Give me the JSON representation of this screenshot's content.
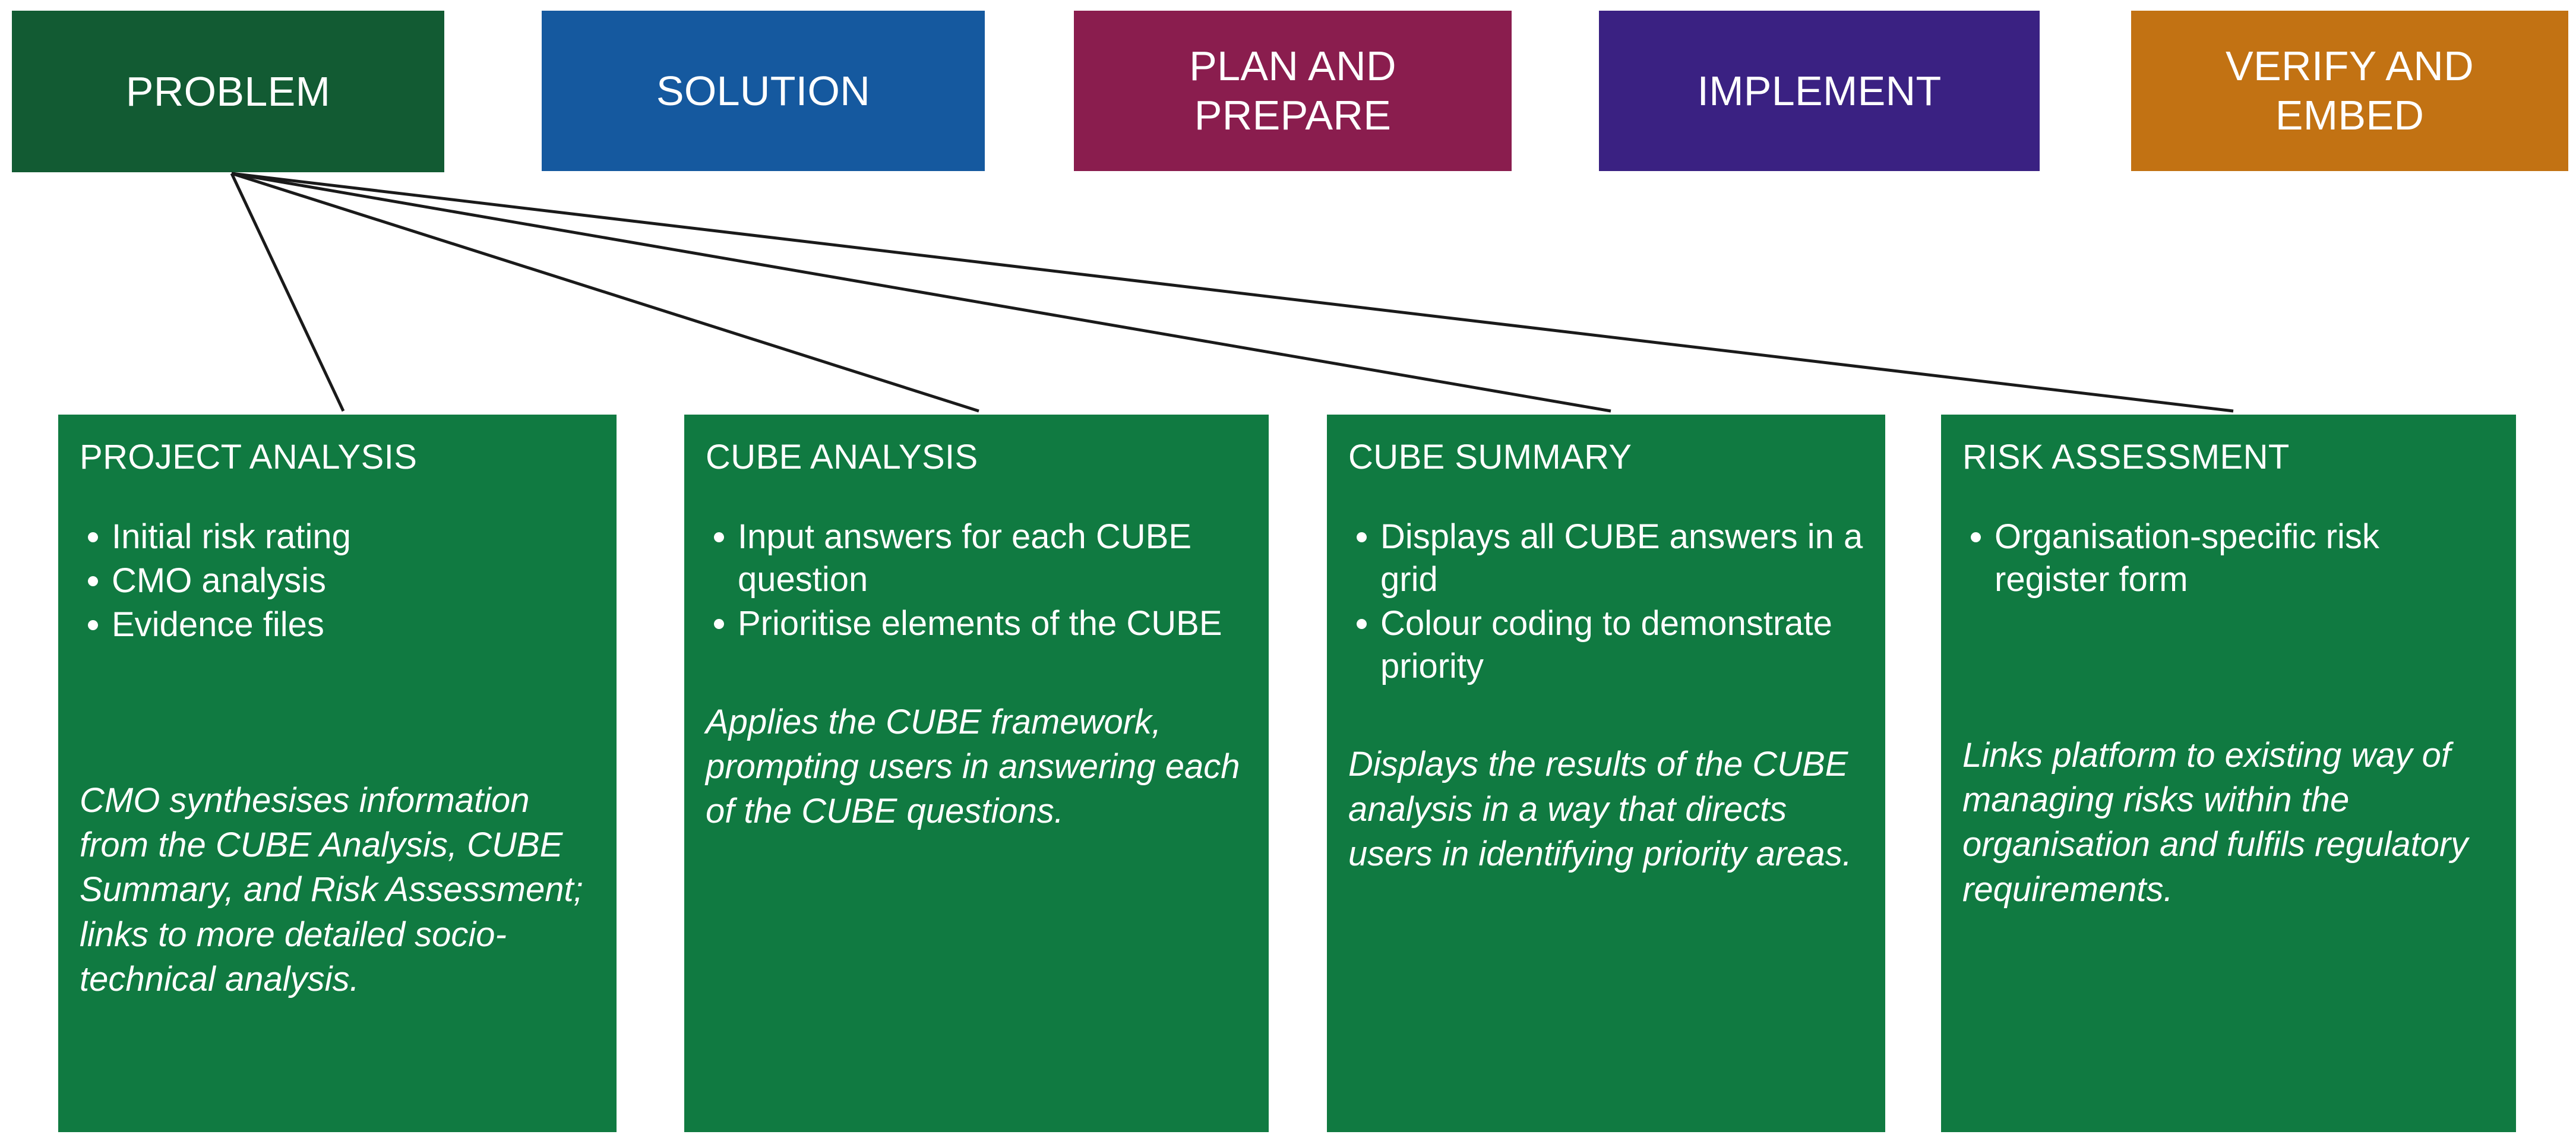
{
  "colors": {
    "problem": "#125B33",
    "solution": "#15599F",
    "plan_and_prepare": "#8A1D4E",
    "implement": "#3A2182",
    "verify_and_embed": "#C27213",
    "card_green": "#107A41",
    "connector_line": "#1A1A1A",
    "page_background": "#FFFFFF",
    "text_on_dark": "#FFFFFF"
  },
  "stages": [
    {
      "id": "problem",
      "label": "PROBLEM"
    },
    {
      "id": "solution",
      "label": "SOLUTION"
    },
    {
      "id": "plan-and-prepare",
      "label": "PLAN AND\nPREPARE"
    },
    {
      "id": "implement",
      "label": "IMPLEMENT"
    },
    {
      "id": "verify-and-embed",
      "label": "VERIFY AND\nEMBED"
    }
  ],
  "cards": [
    {
      "id": "project-analysis",
      "title": "PROJECT ANALYSIS",
      "bullets": [
        "Initial risk rating",
        "CMO analysis",
        "Evidence files"
      ],
      "note": "CMO synthesises information from the CUBE Analysis, CUBE Summary, and Risk Assessment; links to more detailed socio-technical analysis."
    },
    {
      "id": "cube-analysis",
      "title": "CUBE ANALYSIS",
      "bullets": [
        "Input answers for each CUBE question",
        "Prioritise elements of the CUBE"
      ],
      "note": "Applies the CUBE framework, prompting users in answering each of the CUBE questions."
    },
    {
      "id": "cube-summary",
      "title": "CUBE SUMMARY",
      "bullets": [
        "Displays all CUBE answers in a grid",
        "Colour coding to demonstrate priority"
      ],
      "note": "Displays the results of the CUBE analysis in a way that directs users in identifying priority areas."
    },
    {
      "id": "risk-assessment",
      "title": "RISK ASSESSMENT",
      "bullets": [
        "Organisation-specific risk register form"
      ],
      "note": "Links platform to existing way of managing risks within the organisation and fulfils regulatory requirements."
    }
  ],
  "connectors": {
    "source_stage": "problem",
    "targets": [
      "project-analysis",
      "cube-analysis",
      "cube-summary",
      "risk-assessment"
    ]
  }
}
